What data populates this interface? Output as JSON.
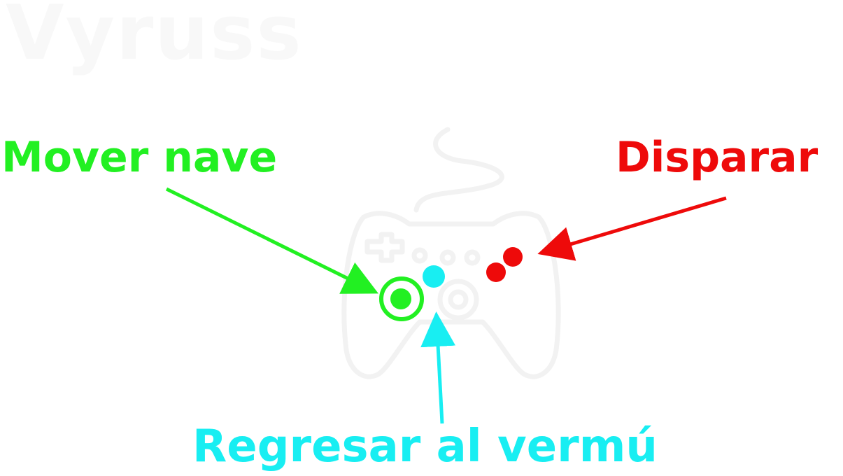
{
  "title": "Vyruss",
  "labels": {
    "move": "Mover nave",
    "fire": "Disparar",
    "back": "Regresar al vermú"
  },
  "colors": {
    "move": "#22f022",
    "fire": "#ee0a0a",
    "back": "#18eef2",
    "controller_outline": "#f2f2f2",
    "title": "#f8f8f8"
  },
  "icons": {
    "controller": "gamepad-icon"
  }
}
